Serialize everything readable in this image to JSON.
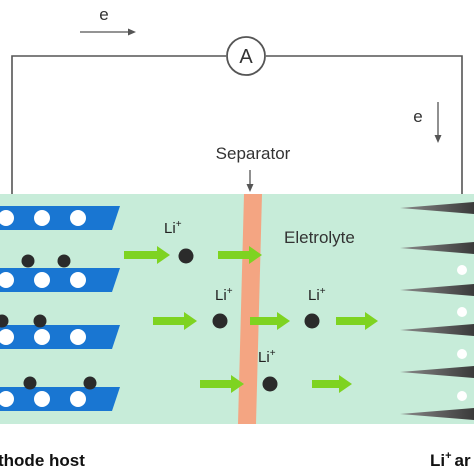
{
  "labels": {
    "electron_top": "e",
    "electron_right": "e",
    "ammeter": "A",
    "separator": "Separator",
    "electrolyte": "Eletrolyte",
    "cathode_host": "thode host",
    "anode_partial": "Li",
    "anode_partial_suffix": "ar"
  },
  "ions": {
    "symbol": "Li",
    "charge": "+"
  },
  "colors": {
    "electrolyte": "#c7ecd9",
    "cathode_layer": "#1976d2",
    "separator": "#f4a582",
    "arrow": "#7ed321",
    "ion": "#2b2b2b",
    "anode_layer": "#4a4a4a",
    "wire": "#555555"
  }
}
